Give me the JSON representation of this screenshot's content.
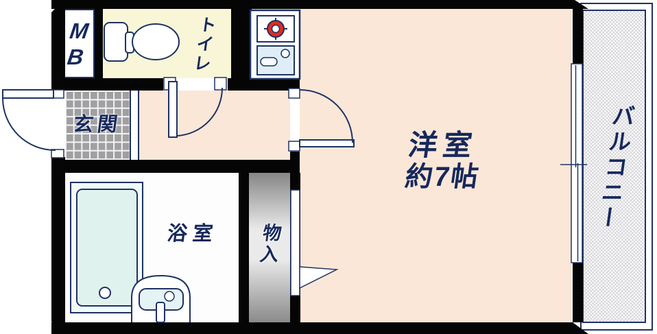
{
  "plan": {
    "rooms": {
      "meter_box": {
        "label": "MB"
      },
      "toilet": {
        "label": "トイレ"
      },
      "entrance": {
        "label": "玄関"
      },
      "bathroom": {
        "label": "浴室"
      },
      "closet": {
        "label": "物入"
      },
      "western_room": {
        "label": "洋室",
        "size_label": "約7帖"
      },
      "balcony": {
        "label": "バルコニー"
      }
    },
    "fixtures": {
      "toilet_icon": "tank-and-bowl top view",
      "stove_burner_icon": "single gas burner",
      "kitchen_sink_icon": "mini kitchen sink",
      "bathtub_icon": "bathtub with drain",
      "washbasin_icon": "wash basin",
      "entrance_door": "outward swing door",
      "toilet_door": "swing door",
      "room_door": "swing door",
      "closet_door": "panel with open-direction triangle",
      "window": "sliding window to balcony"
    },
    "colors": {
      "wall": "#050505",
      "line": "#1e3263",
      "text": "#16285c",
      "room_fill": "#fbe7d8",
      "toilet_fill": "#f8f6d7",
      "tile_gray": "#a0a0a2",
      "burner_red": "#e02b21",
      "water_blue": "#dfeef6"
    }
  }
}
